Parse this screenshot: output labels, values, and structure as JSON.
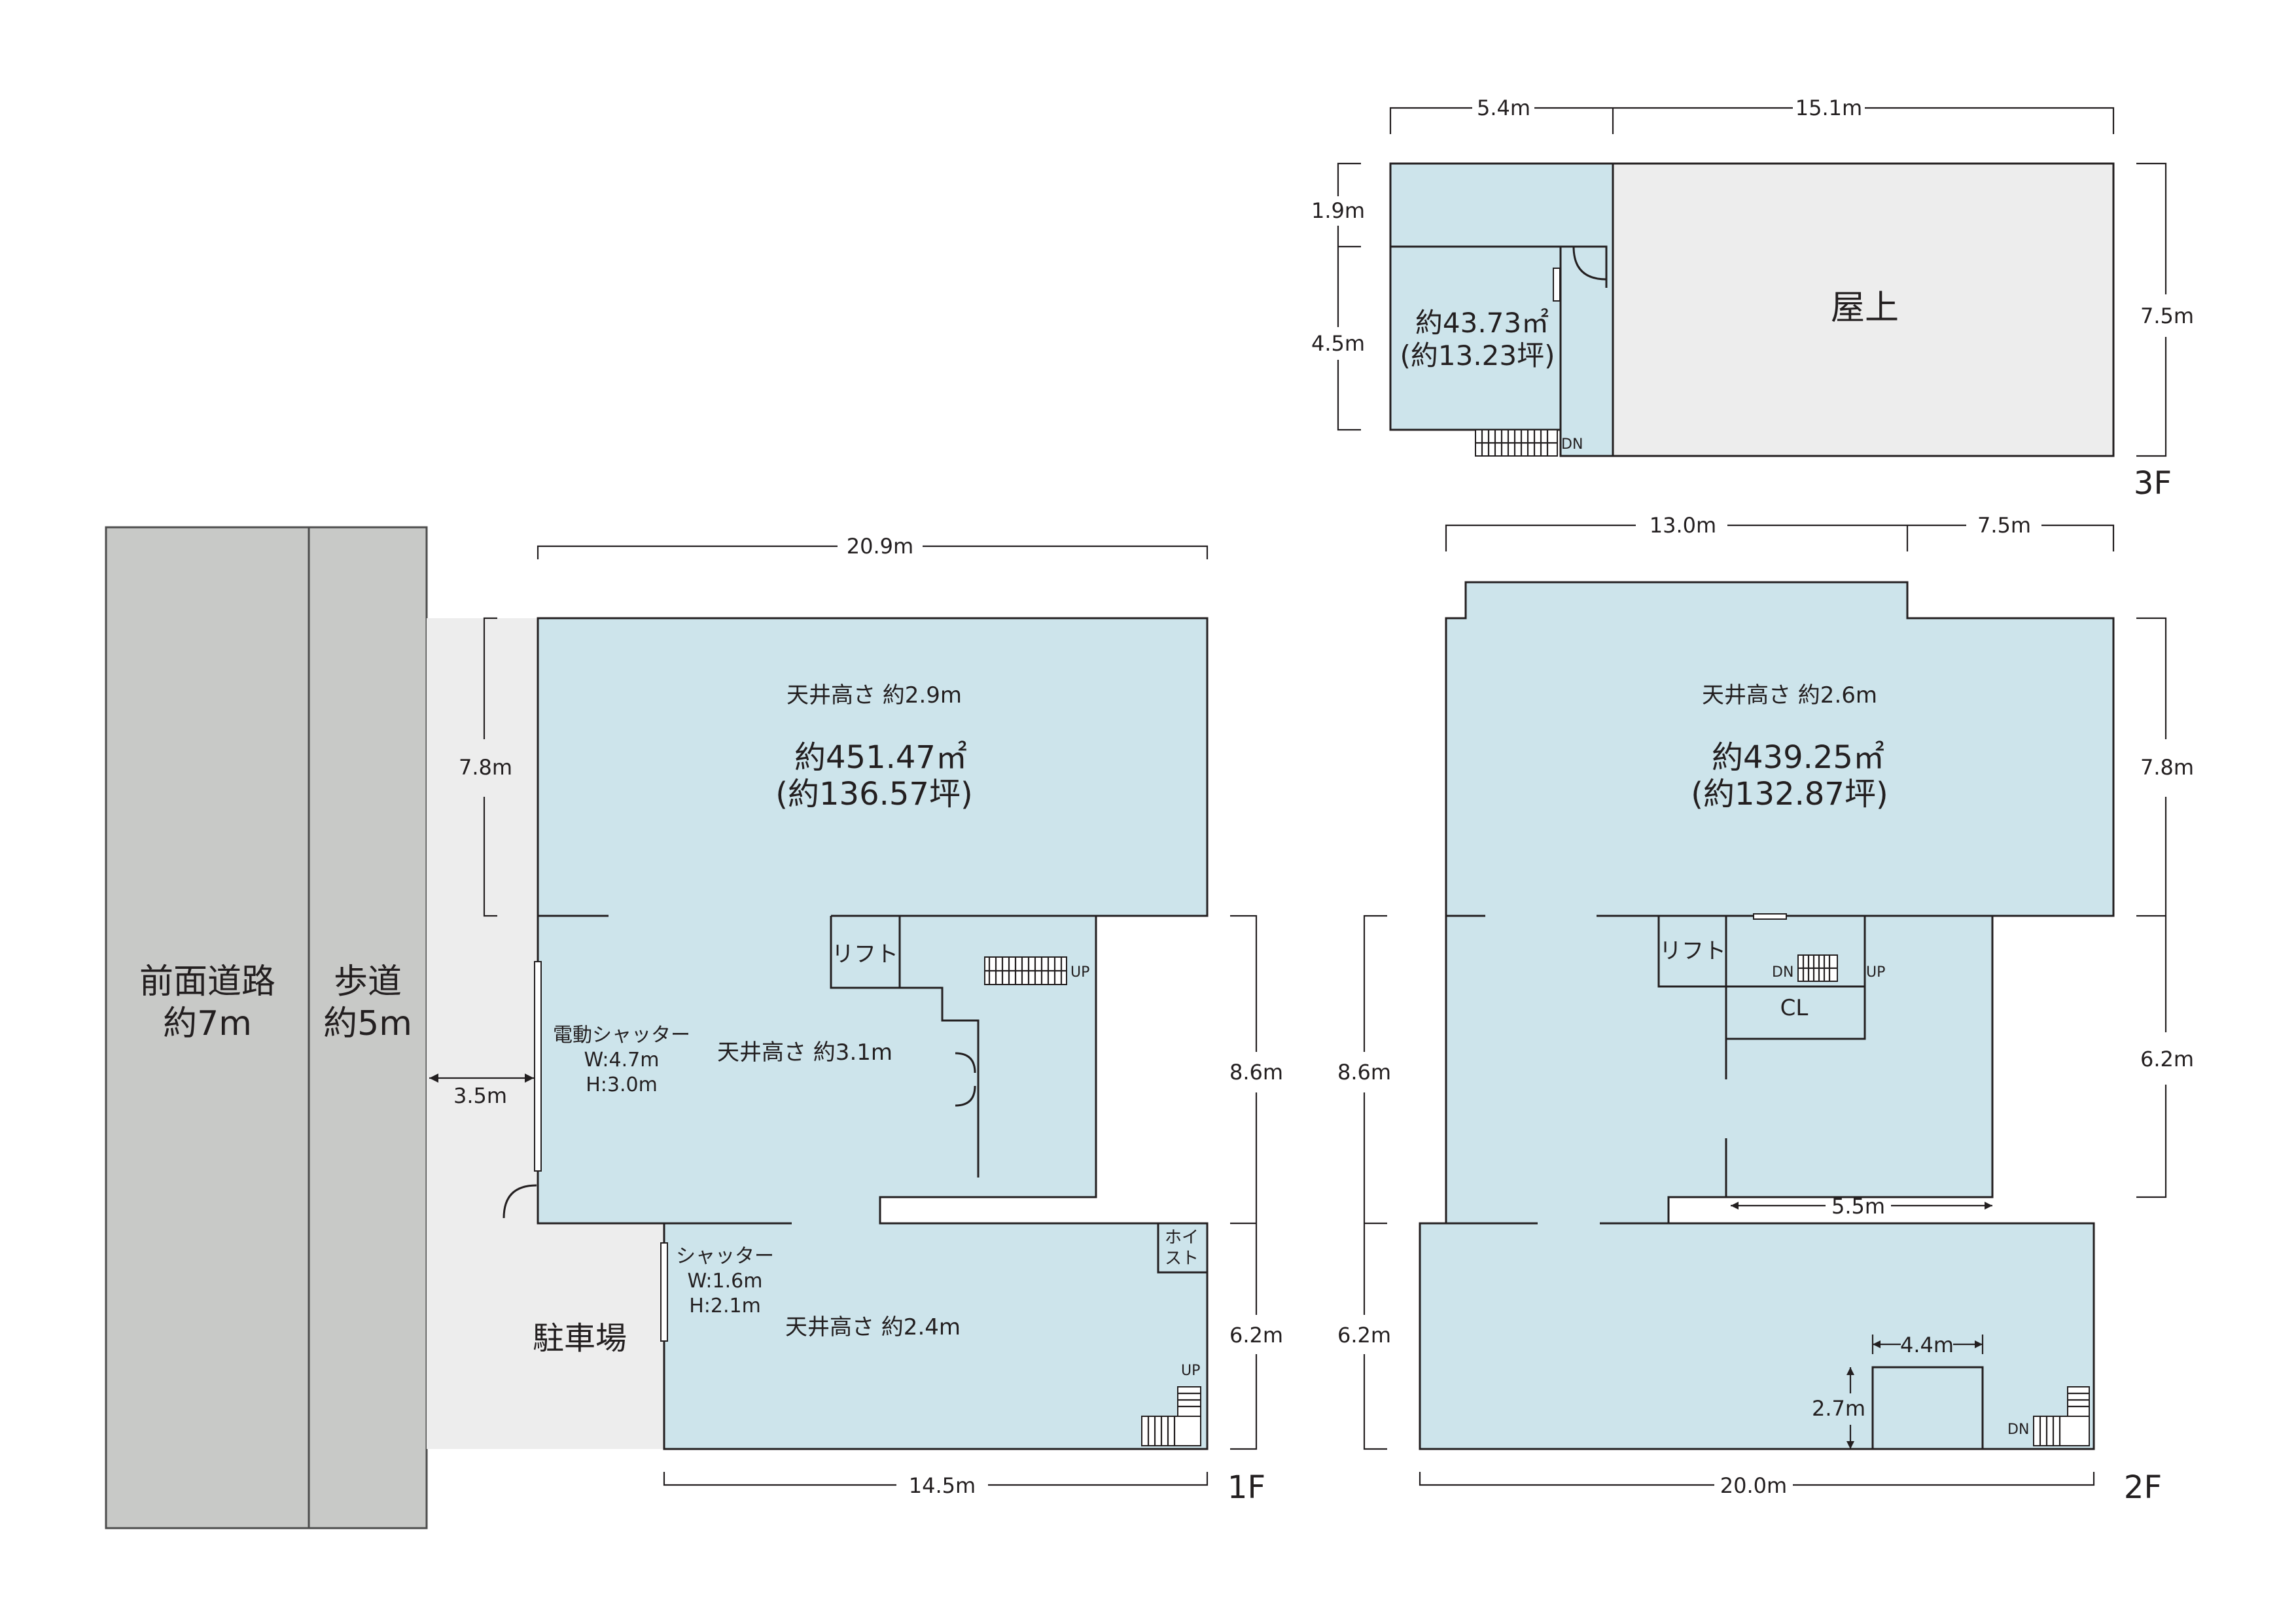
{
  "road": {
    "name": "前面道路",
    "width": "約7m"
  },
  "sidewalk": {
    "name": "歩道",
    "width": "約5m"
  },
  "setback": "3.5m",
  "parking": "駐車場",
  "floors": {
    "f1": {
      "label": "1F",
      "dim_top": "20.9m",
      "dim_left_upper": "7.8m",
      "dim_right_mid": "8.6m",
      "dim_right_lower": "6.2m",
      "dim_bottom": "14.5m",
      "upper_ceiling": "天井高さ 約2.9m",
      "area": "約451.47㎡",
      "tsubo": "(約136.57坪)",
      "lift": "リフト",
      "mid_ceiling": "天井高さ 約3.1m",
      "lower_ceiling": "天井高さ 約2.4m",
      "shutter_main": {
        "name": "電動シャッター",
        "w": "W:4.7m",
        "h": "H:3.0m"
      },
      "shutter_small": {
        "name": "シャッター",
        "w": "W:1.6m",
        "h": "H:2.1m"
      },
      "hoist_1": "ホイ",
      "hoist_2": "スト",
      "up": "UP"
    },
    "f2": {
      "label": "2F",
      "dim_top_left": "13.0m",
      "dim_top_right": "7.5m",
      "dim_right_upper": "7.8m",
      "dim_right_mid": "6.2m",
      "dim_left_mid": "8.6m",
      "dim_left_lower": "6.2m",
      "dim_bottom": "20.0m",
      "ceiling": "天井高さ 約2.6m",
      "area": "約439.25㎡",
      "tsubo": "(約132.87坪)",
      "lift": "リフト",
      "closet": "CL",
      "dim_inner": "5.5m",
      "dim_box_w": "4.4m",
      "dim_box_h": "2.7m",
      "dn": "DN",
      "up": "UP"
    },
    "f3": {
      "label": "3F",
      "dim_top_left": "5.4m",
      "dim_top_right": "15.1m",
      "dim_left_upper": "1.9m",
      "dim_left_lower": "4.5m",
      "dim_right": "7.5m",
      "area": "約43.73㎡",
      "tsubo": "(約13.23坪)",
      "rooftop": "屋上",
      "dn": "DN"
    }
  }
}
